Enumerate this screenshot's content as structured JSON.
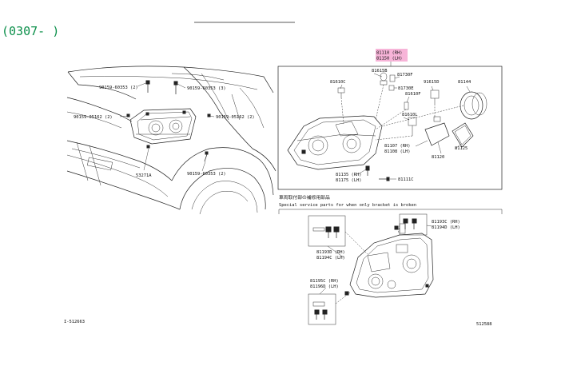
{
  "header": {
    "date_range": "(0307-     )"
  },
  "car_view": {
    "labels": {
      "bolt_top_left": "90159-60353 (2)",
      "bolt_top_right": "90159-60353 (3)",
      "bolt_left": "90159-05162 (2)",
      "bolt_right": "90159-05162 (2)",
      "bolt_bottom": "90159-60353 (2)",
      "bracket": "53271A"
    },
    "fig_code": "I-512663"
  },
  "assembly_box": {
    "part_main": "81110 (RH)",
    "part_main_lh": "81150 (LH)",
    "labels": {
      "p81615B": "81615B",
      "p81730F": "81730F",
      "p81610C": "81610C",
      "p81730E": "81730E",
      "p81610F": "81610F",
      "p91615D": "91615D",
      "p81144": "81144",
      "p81610L": "81610L",
      "p81107": "81107 (RH)",
      "p81108": "81108 (LH)",
      "p81120": "81120",
      "p81125": "81125",
      "p81135": "81135 (RH)",
      "p81175": "81175 (LH)",
      "p81111C": "81111C"
    }
  },
  "service_section": {
    "title_jp": "車両取付部の補修用部品",
    "title_en": "Special service parts for when only bracket is broken",
    "labels": {
      "p81193C": "81193C (RH)",
      "p81194D": "81194D (LH)",
      "p81193D": "81193D (RH)",
      "p81194C": "81194C (LH)",
      "p81195C": "81195C (RH)",
      "p81196D": "81196D (LH)"
    },
    "fig_code": "512588"
  }
}
